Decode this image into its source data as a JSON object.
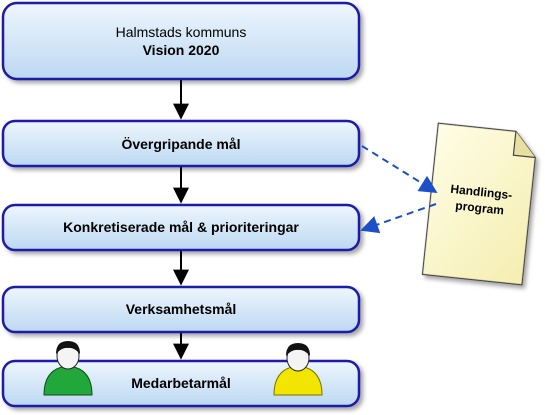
{
  "boxes": {
    "vision": {
      "line1": "Halmstads kommuns",
      "line2": "Vision 2020"
    },
    "overgripande": {
      "label": "Övergripande mål"
    },
    "konkretiserade": {
      "label": "Konkretiserade mål & prioriteringar"
    },
    "verksamhet": {
      "label": "Verksamhetsmål"
    },
    "medarbetar": {
      "label": "Medarbetarmål"
    }
  },
  "document": {
    "line1": "Handlings-",
    "line2": "program"
  },
  "people": [
    {
      "name": "person-left",
      "color": "#22a83a"
    },
    {
      "name": "person-right",
      "color": "#f2e600"
    }
  ],
  "colors": {
    "box_border": "#1a1aa8",
    "box_fill_top": "#eef6fd",
    "box_fill_bottom": "#bcd8f2",
    "arrow": "#000000",
    "dashed_arrow": "#1b50c8",
    "document_fill": "#fbf7c8"
  }
}
